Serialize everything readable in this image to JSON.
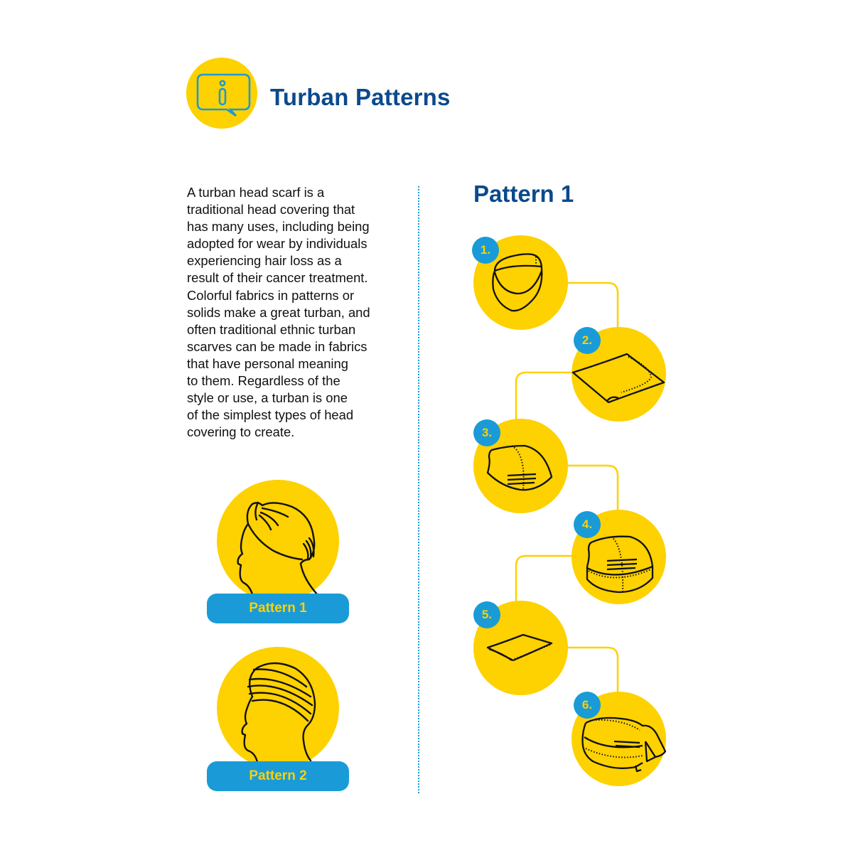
{
  "header": {
    "icon": "info-speech-bubble-icon",
    "title": "Turban Patterns"
  },
  "intro": {
    "lines": [
      "A turban head scarf is a",
      "traditional head covering that",
      "has many uses, including being",
      "adopted for wear by individuals",
      "experiencing hair loss as a",
      "result of their cancer treatment.",
      "Colorful fabrics in patterns or",
      "solids make a great turban, and",
      "often traditional ethnic turban",
      "scarves can be made in fabrics",
      "that have personal meaning",
      "to them. Regardless of the",
      "style or use, a turban is one",
      "of the simplest types of head",
      "covering to create."
    ]
  },
  "patterns": [
    {
      "label": "Pattern 1",
      "icon": "head-with-knotted-turban-icon"
    },
    {
      "label": "Pattern 2",
      "icon": "head-with-wrapped-turban-icon"
    }
  ],
  "steps_section": {
    "title": "Pattern 1",
    "steps": [
      {
        "number": "1.",
        "icon": "tube-scarf-icon"
      },
      {
        "number": "2.",
        "icon": "folded-fabric-icon"
      },
      {
        "number": "3.",
        "icon": "gathered-cap-icon"
      },
      {
        "number": "4.",
        "icon": "cap-with-band-icon"
      },
      {
        "number": "5.",
        "icon": "fabric-strip-icon"
      },
      {
        "number": "6.",
        "icon": "finished-turban-icon"
      }
    ]
  },
  "colors": {
    "yellow": "#FED100",
    "blue": "#1A9BD7",
    "navy": "#0B4A8B",
    "text": "#111111"
  }
}
